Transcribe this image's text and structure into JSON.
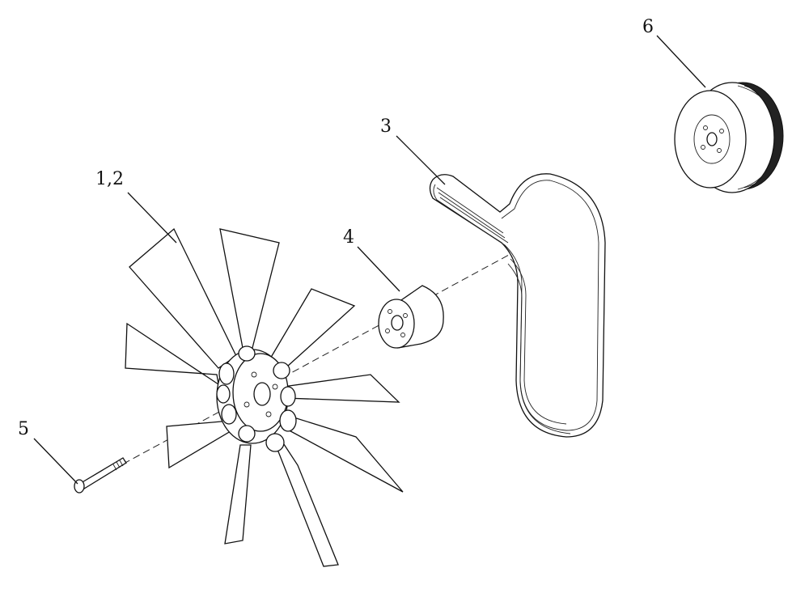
{
  "callouts": {
    "fan": "1,2",
    "belt": "3",
    "spacer": "4",
    "bolt": "5",
    "pulley": "6"
  },
  "colors": {
    "line": "#111111",
    "background": "#ffffff"
  }
}
